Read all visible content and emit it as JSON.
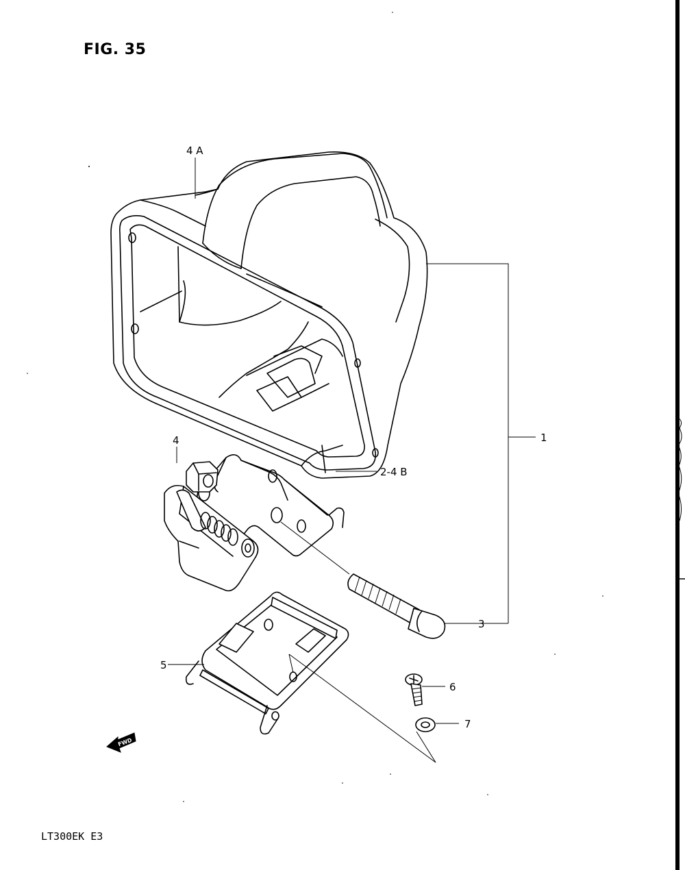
{
  "figure": {
    "title": "FIG. 35",
    "footer_code": "LT300EK E3",
    "fwd_label": "FWD"
  },
  "callouts": [
    {
      "id": "c-4a",
      "text": "4 A"
    },
    {
      "id": "c-1",
      "text": "1"
    },
    {
      "id": "c-4",
      "text": "4"
    },
    {
      "id": "c-2-4b",
      "text": "2-4 B"
    },
    {
      "id": "c-3",
      "text": "3"
    },
    {
      "id": "c-5",
      "text": "5"
    },
    {
      "id": "c-6",
      "text": "6"
    },
    {
      "id": "c-7",
      "text": "7"
    }
  ]
}
